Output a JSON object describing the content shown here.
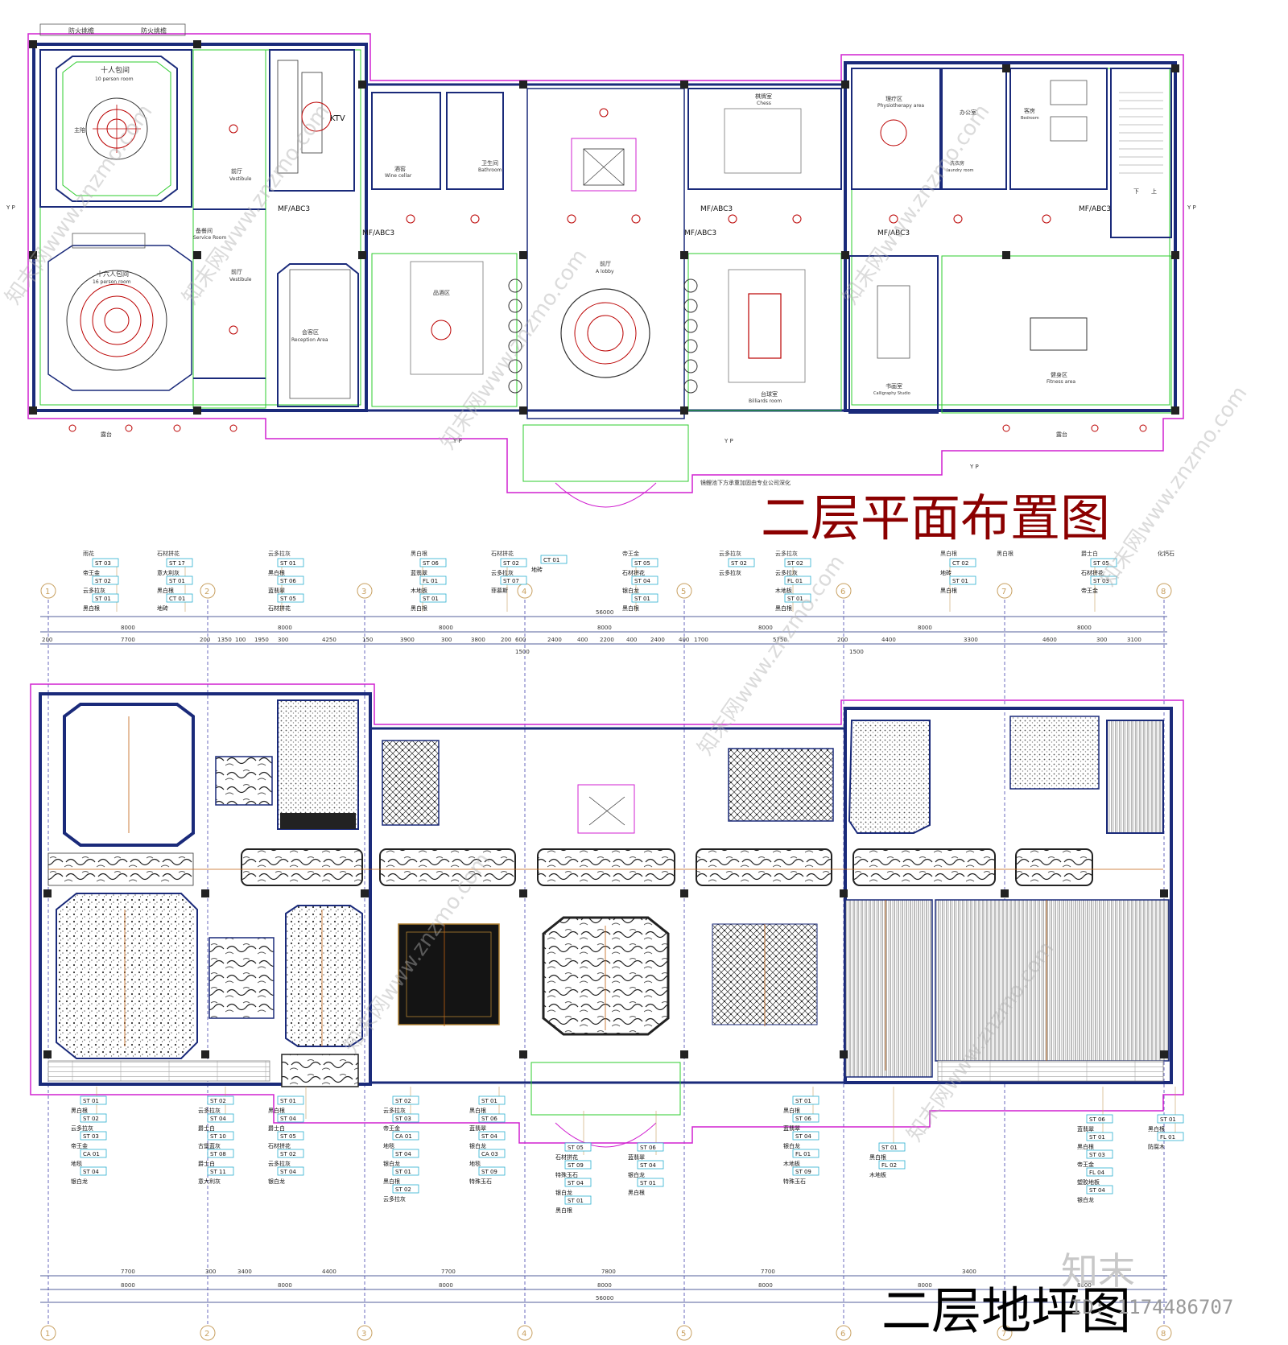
{
  "titles": {
    "upper": "二层平面布置图",
    "lower": "二层地坪图"
  },
  "upper_plan": {
    "fire_stair_labels": [
      "防火挑檐",
      "防火挑檐"
    ],
    "rooms": {
      "r10": "十人包间",
      "r10_en": "10 person room",
      "r10_main": "主陪",
      "r16": "十六人包间",
      "r16_en": "16 person room",
      "service": "备餐间",
      "service_en": "Service Room",
      "vest1": "前厅",
      "vest1_en": "Vestibule",
      "vest2": "前厅",
      "vest2_en": "Vestibule",
      "ktv": "KTV",
      "reception": "会客区",
      "reception_en": "Reception Area",
      "wine": "酒窖",
      "wine_en": "Wine cellar",
      "bath": "卫生间",
      "bath_en": "Bathroom",
      "tea": "品酒区",
      "lobby": "前厅",
      "lobby_en": "A lobby",
      "chess": "棋牌室",
      "chess_en": "Chess",
      "billiard": "台球室",
      "billiard_en": "Billiards room",
      "physio": "理疗区",
      "physio_en": "Physiotherapy area",
      "office": "办公室",
      "laundry": "洗衣房",
      "laundry_en": "laundry room",
      "bedroom": "客房",
      "bedroom_en": "Bedroom",
      "calligraphy": "书画室",
      "calligraphy_en": "Calligraphy Studio",
      "fitness": "健身区",
      "fitness_en": "Fitness area",
      "terrace_l": "露台",
      "terrace_r": "露台"
    },
    "tags": [
      "MF/ABC3",
      "MF/ABC3",
      "MF/ABC3",
      "MF/ABC3",
      "MF/ABC3",
      "MF/ABC3",
      "MF/ABC3"
    ],
    "yp": [
      "Y P",
      "Y P",
      "Y P",
      "Y P",
      "Y P",
      "Y P"
    ],
    "note": "镜鲤池下方承重加固由专业公司深化",
    "stair_marks": [
      "下",
      "上"
    ]
  },
  "lower_plan": {
    "grid_top": [
      "1",
      "2",
      "3",
      "4",
      "5",
      "6",
      "7",
      "8"
    ],
    "grid_bottom": [
      "1",
      "2",
      "3",
      "4",
      "5",
      "6",
      "7",
      "8"
    ],
    "dims_top_total": "56000",
    "dims_top_bays": [
      "8000",
      "8000",
      "8000",
      "8000",
      "8000",
      "8000",
      "8000"
    ],
    "dims_top_detail": [
      "200",
      "7700",
      "200",
      "1350",
      "100",
      "1950",
      "300",
      "4250",
      "150",
      "3900",
      "300",
      "3800",
      "200",
      "600",
      "2400",
      "400",
      "2200",
      "400",
      "2400",
      "400",
      "1700",
      "5750",
      "200",
      "4400",
      "3300",
      "4600",
      "300",
      "3100"
    ],
    "dims_top_small": [
      "1500",
      "1500",
      "1500"
    ],
    "dims_bottom_detail": [
      "7700",
      "300",
      "3400",
      "4400",
      "7700",
      "7800",
      "7700",
      "3400"
    ],
    "dims_bottom_bays": [
      "8000",
      "8000",
      "8000",
      "8000",
      "8000",
      "8000",
      "8000"
    ],
    "dims_bottom_total": "56000",
    "top_legends": [
      {
        "head": "雨花",
        "rows": [
          [
            "ST",
            "03",
            "帝王金"
          ],
          [
            "ST",
            "02",
            "云多拉灰"
          ],
          [
            "ST",
            "01",
            "黑白根"
          ]
        ]
      },
      {
        "head": "石材拼花",
        "rows": [
          [
            "ST",
            "17",
            "意大利灰"
          ],
          [
            "ST",
            "01",
            "黑白根"
          ],
          [
            "CT",
            "01",
            "地砖"
          ]
        ]
      },
      {
        "head": "云多拉灰",
        "rows": [
          [
            "ST",
            "01",
            "黑白根"
          ],
          [
            "ST",
            "06",
            "蓝翡翠"
          ],
          [
            "ST",
            "05",
            "石材拼花"
          ]
        ]
      },
      {
        "head": "黑白根",
        "rows": [
          [
            "ST",
            "06",
            "蓝翡翠"
          ],
          [
            "FL",
            "01",
            "木地板"
          ],
          [
            "ST",
            "01",
            "黑白根"
          ]
        ]
      },
      {
        "head": "石材拼花",
        "rows": [
          [
            "ST",
            "02",
            "云多拉灰"
          ],
          [
            "ST",
            "07",
            "菲慕斯"
          ]
        ]
      },
      {
        "head": "",
        "rows": [
          [
            "CT",
            "01",
            "地砖"
          ]
        ]
      },
      {
        "head": "帝王金",
        "rows": [
          [
            "ST",
            "05",
            "石材拼花"
          ],
          [
            "ST",
            "04",
            "银白龙"
          ],
          [
            "ST",
            "01",
            "黑白根"
          ]
        ]
      },
      {
        "head": "云多拉灰",
        "rows": [
          [
            "ST",
            "02",
            "云多拉灰"
          ]
        ]
      },
      {
        "head": "云多拉灰",
        "rows": [
          [
            "ST",
            "02",
            "云多拉灰"
          ],
          [
            "FL",
            "01",
            "木地板"
          ],
          [
            "ST",
            "01",
            "黑白根"
          ]
        ]
      },
      {
        "head": "黑白根",
        "rows": [
          [
            "CT",
            "02",
            "地砖"
          ],
          [
            "ST",
            "01",
            "黑白根"
          ]
        ]
      },
      {
        "head": "黑白根",
        "rows": []
      },
      {
        "head": "爵士白",
        "rows": [
          [
            "ST",
            "05",
            "石材拼花"
          ],
          [
            "ST",
            "03",
            "帝王金"
          ]
        ]
      },
      {
        "head": "化钙石",
        "rows": []
      }
    ],
    "bottom_legends": [
      {
        "rows": [
          [
            "ST",
            "01",
            "黑白根"
          ],
          [
            "ST",
            "02",
            "云多拉灰"
          ],
          [
            "ST",
            "03",
            "帝王金"
          ],
          [
            "CA",
            "01",
            "地毯"
          ],
          [
            "ST",
            "04",
            "银白龙"
          ]
        ]
      },
      {
        "rows": [
          [
            "ST",
            "02",
            "云多拉灰"
          ],
          [
            "ST",
            "04",
            "爵士白"
          ],
          [
            "ST",
            "10",
            "古堡蓝灰"
          ],
          [
            "ST",
            "08",
            "爵士白"
          ],
          [
            "ST",
            "11",
            "意大利灰"
          ]
        ]
      },
      {
        "rows": [
          [
            "ST",
            "01",
            "黑白根"
          ],
          [
            "ST",
            "04",
            "爵士白"
          ],
          [
            "ST",
            "05",
            "石材拼花"
          ],
          [
            "ST",
            "02",
            "云多拉灰"
          ],
          [
            "ST",
            "04",
            "银白龙"
          ]
        ]
      },
      {
        "rows": [
          [
            "ST",
            "02",
            "云多拉灰"
          ],
          [
            "ST",
            "03",
            "帝王金"
          ],
          [
            "CA",
            "01",
            "地毯"
          ],
          [
            "ST",
            "04",
            "银白龙"
          ],
          [
            "ST",
            "01",
            "黑白根"
          ],
          [
            "ST",
            "02",
            "云多拉灰"
          ]
        ]
      },
      {
        "rows": [
          [
            "ST",
            "01",
            "黑白根"
          ],
          [
            "ST",
            "06",
            "蓝翡翠"
          ],
          [
            "ST",
            "04",
            "银白龙"
          ],
          [
            "CA",
            "03",
            "地毯"
          ],
          [
            "ST",
            "09",
            "特殊玉石"
          ]
        ]
      },
      {
        "rows": [
          [
            "ST",
            "05",
            "石材拼花"
          ],
          [
            "ST",
            "09",
            "特殊玉石"
          ],
          [
            "ST",
            "04",
            "银白龙"
          ],
          [
            "ST",
            "01",
            "黑白根"
          ]
        ]
      },
      {
        "rows": [
          [
            "ST",
            "06",
            "蓝翡翠"
          ],
          [
            "ST",
            "04",
            "银白龙"
          ],
          [
            "ST",
            "01",
            "黑白根"
          ]
        ]
      },
      {
        "rows": [
          [
            "ST",
            "01",
            "黑白根"
          ],
          [
            "ST",
            "06",
            "蓝翡翠"
          ],
          [
            "ST",
            "04",
            "银白龙"
          ],
          [
            "FL",
            "01",
            "木地板"
          ],
          [
            "ST",
            "09",
            "特殊玉石"
          ]
        ]
      },
      {
        "rows": [
          [
            "ST",
            "01",
            "黑白根"
          ],
          [
            "FL",
            "02",
            "木地板"
          ]
        ]
      },
      {
        "rows": [
          [
            "ST",
            "06",
            "蓝翡翠"
          ],
          [
            "ST",
            "01",
            "黑白根"
          ],
          [
            "ST",
            "03",
            "帝王金"
          ],
          [
            "FL",
            "04",
            "塑胶地板"
          ],
          [
            "ST",
            "04",
            "银白龙"
          ]
        ]
      },
      {
        "rows": [
          [
            "ST",
            "01",
            "黑白根"
          ],
          [
            "FL",
            "01",
            "防腐木"
          ]
        ]
      }
    ]
  },
  "brand": {
    "logo": "知末",
    "id": "ID: 1174486707",
    "watermark": "知末网www.znzmo.com"
  }
}
